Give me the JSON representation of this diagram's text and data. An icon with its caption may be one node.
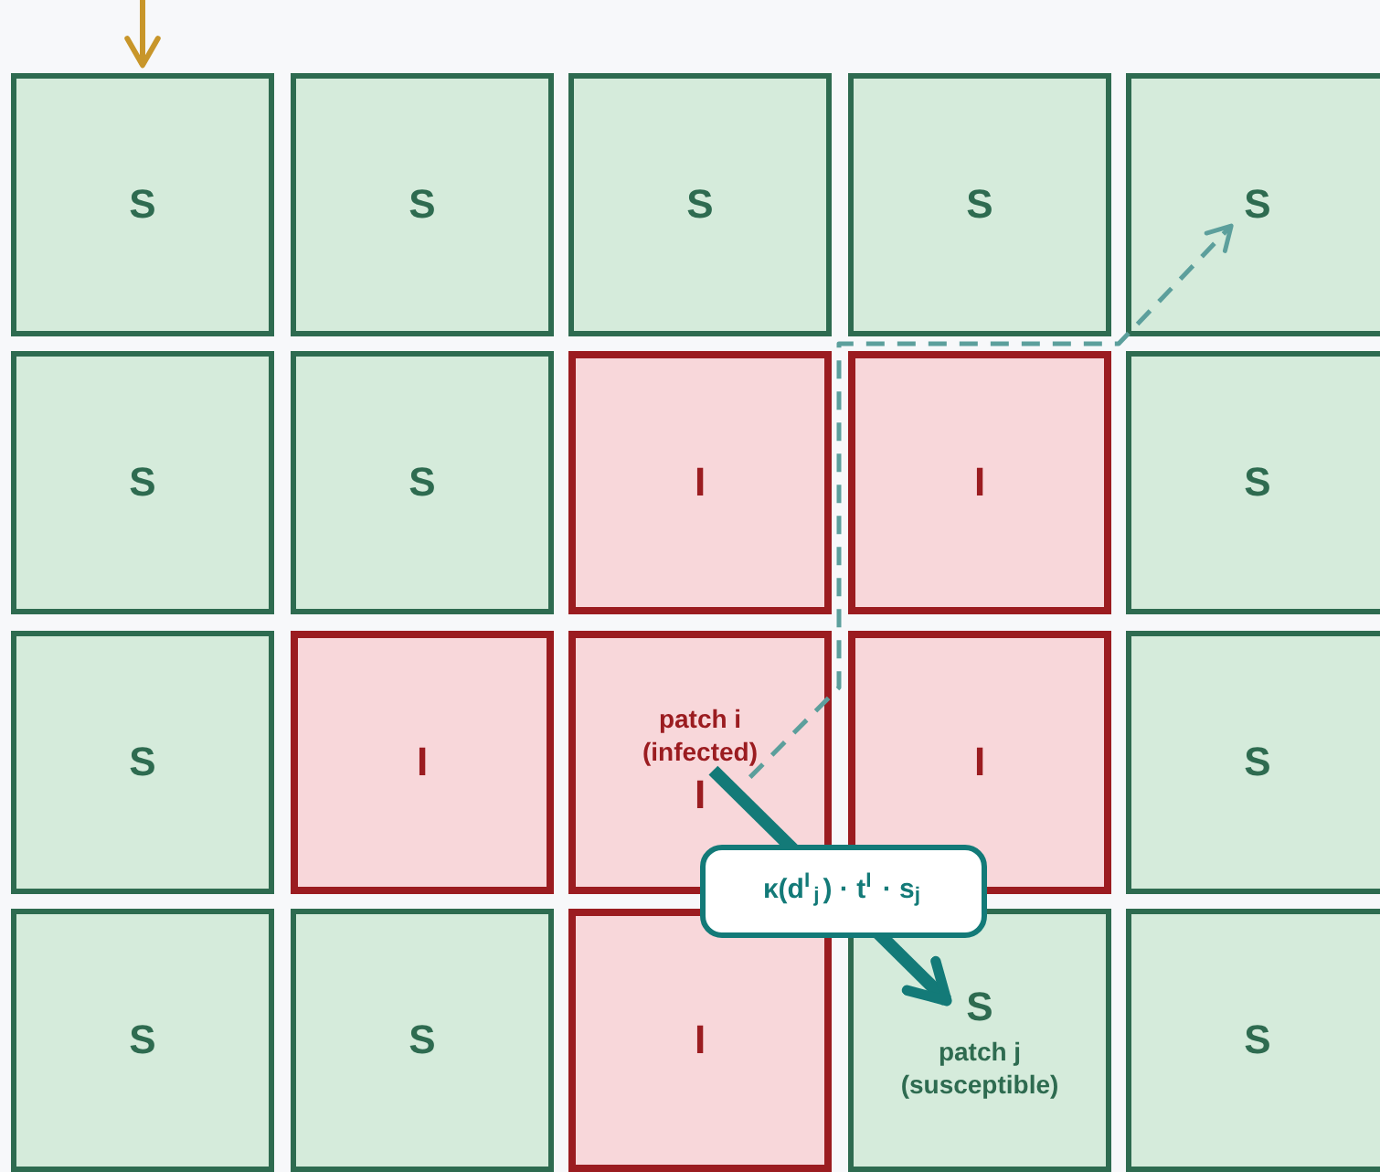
{
  "diagram": {
    "nodes": [
      {
        "text": [
          "S"
        ]
      },
      {
        "text": [
          "S"
        ]
      },
      {
        "text": [
          "S"
        ]
      },
      {
        "text": [
          "S"
        ]
      },
      {
        "text": [
          "S"
        ]
      },
      {
        "text": [
          "S"
        ]
      },
      {
        "text": [
          "S"
        ]
      },
      {
        "text": [
          "I"
        ]
      },
      {
        "text": [
          "I"
        ]
      },
      {
        "text": [
          "S"
        ]
      },
      {
        "text": [
          "S"
        ]
      },
      {
        "text": [
          "I"
        ]
      },
      {
        "text": [
          "patch i (infected)",
          "I"
        ]
      },
      {
        "text": [
          "I"
        ]
      },
      {
        "text": [
          "S"
        ]
      },
      {
        "text": [
          "S"
        ]
      },
      {
        "text": [
          "S"
        ]
      },
      {
        "text": [
          "I"
        ]
      },
      {
        "text": [
          "S",
          "patch j (susceptible)"
        ]
      },
      {
        "text": [
          "S"
        ]
      }
    ],
    "edges": [
      {
        "from": null,
        "to": 0,
        "arrow": "to",
        "color": "#c8962a"
      },
      {
        "from": 12,
        "to": 18,
        "arrow": "to",
        "style": "thick",
        "color": "#137a78",
        "label": "κ(d$^{I}$$_{j}$) · t$^{I}$ · s$_{j}$"
      },
      {
        "from": 12,
        "to": 4,
        "arrow": "to",
        "style": "dashed",
        "color": "#5c9f9c"
      }
    ]
  }
}
